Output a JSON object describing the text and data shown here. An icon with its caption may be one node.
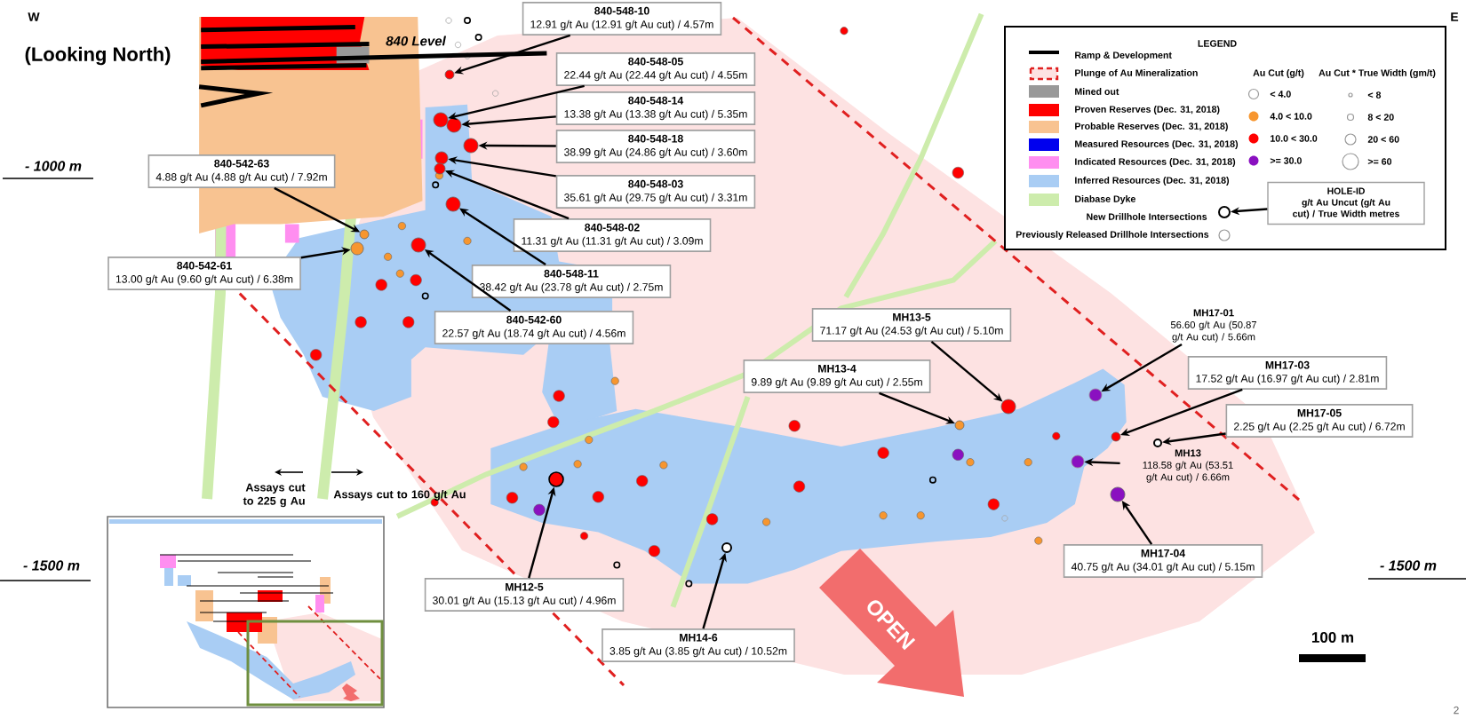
{
  "diagram": {
    "nodes": [
      {
        "text": [
          "840-548-10",
          "12.91 g/t Au (12.91 g/t Au cut) / 4.57m"
        ]
      },
      {
        "text": [
          "840-548-05",
          "22.44 g/t Au (22.44 g/t Au cut) / 4.55m"
        ]
      },
      {
        "text": [
          "840-548-14",
          "13.38 g/t Au (13.38 g/t Au cut) / 5.35m"
        ]
      },
      {
        "text": [
          "840-548-18",
          "38.99 g/t Au (24.86 g/t Au cut) / 3.60m"
        ]
      },
      {
        "text": [
          "840-542-63",
          "4.88 g/t Au (4.88 g/t Au cut) / 7.92m"
        ]
      },
      {
        "text": [
          "840-548-03",
          "35.61 g/t Au (29.75 g/t Au cut) / 3.31m"
        ]
      },
      {
        "text": [
          "840-548-02",
          "11.31 g/t Au (11.31 g/t Au cut) / 3.09m"
        ]
      },
      {
        "text": [
          "840-542-61",
          "13.00 g/t Au (9.60 g/t Au cut) / 6.38m"
        ]
      },
      {
        "text": [
          "840-548-11",
          "38.42 g/t Au (23.78 g/t Au cut) / 2.75m"
        ]
      },
      {
        "text": [
          "840-542-60",
          "22.57 g/t Au (18.74 g/t Au cut) / 4.56m"
        ]
      },
      {
        "text": [
          "MH13-5",
          "71.17 g/t Au (24.53 g/t Au cut) / 5.10m"
        ]
      },
      {
        "text": [
          "MH17-01",
          "56.60 g/t Au (50.87 g/t Au cut) / 5.66m"
        ]
      },
      {
        "text": [
          "MH13-4",
          "9.89 g/t Au (9.89 g/t Au cut) / 2.55m"
        ]
      },
      {
        "text": [
          "MH17-03",
          "17.52 g/t Au (16.97 g/t Au cut) / 2.81m"
        ]
      },
      {
        "text": [
          "MH17-05",
          "2.25 g/t Au (2.25 g/t Au cut) / 6.72m"
        ]
      },
      {
        "text": [
          "MH13",
          "118.58 g/t Au (53.51 g/t Au cut) / 6.66m"
        ]
      },
      {
        "text": [
          "MH17-04",
          "40.75 g/t Au (34.01 g/t Au cut) / 5.15m"
        ]
      },
      {
        "text": [
          "MH12-5",
          "30.01 g/t Au (15.13 g/t Au cut) / 4.96m"
        ]
      },
      {
        "text": [
          "MH14-6",
          "3.85 g/t Au (3.85 g/t Au cut) / 10.52m"
        ]
      },
      {
        "text": [
          "HOLE-ID",
          "g/t Au Uncut (g/t Au cut) / True Width metres"
        ]
      },
      {
        "text": [],
        "shape": "circle"
      },
      {
        "text": [],
        "shape": "circle"
      },
      {
        "text": [],
        "shape": "circle"
      },
      {
        "text": [],
        "shape": "circle"
      },
      {
        "text": [],
        "shape": "circle"
      },
      {
        "text": [],
        "shape": "circle"
      },
      {
        "text": [],
        "shape": "circle"
      },
      {
        "text": [],
        "shape": "circle"
      },
      {
        "text": [],
        "shape": "circle"
      },
      {
        "text": [],
        "shape": "circle"
      },
      {
        "text": [],
        "shape": "circle"
      },
      {
        "text": [],
        "shape": "circle"
      },
      {
        "text": [],
        "shape": "circle"
      },
      {
        "text": [],
        "shape": "circle"
      },
      {
        "text": [],
        "shape": "circle"
      },
      {
        "text": [],
        "shape": "circle"
      },
      {
        "text": [],
        "shape": "circle"
      },
      {
        "text": [],
        "shape": "circle"
      },
      {
        "text": [],
        "shape": "circle"
      },
      {
        "text": [],
        "shape": "circle"
      }
    ],
    "edges": [
      {
        "from": 0,
        "to": 20,
        "arrow": "to"
      },
      {
        "from": 1,
        "to": 21,
        "arrow": "to"
      },
      {
        "from": 2,
        "to": 22,
        "arrow": "to"
      },
      {
        "from": 3,
        "to": 23,
        "arrow": "to"
      },
      {
        "from": 4,
        "to": 28,
        "arrow": "to"
      },
      {
        "from": 5,
        "to": 24,
        "arrow": "to"
      },
      {
        "from": 6,
        "to": 25,
        "arrow": "to"
      },
      {
        "from": 7,
        "to": 30,
        "arrow": "to"
      },
      {
        "from": 8,
        "to": 26,
        "arrow": "to"
      },
      {
        "from": 9,
        "to": 29,
        "arrow": "to"
      },
      {
        "from": 10,
        "to": 32,
        "arrow": "to"
      },
      {
        "from": 11,
        "to": 31,
        "arrow": "to"
      },
      {
        "from": 12,
        "to": 33,
        "arrow": "to"
      },
      {
        "from": 13,
        "to": 34,
        "arrow": "to"
      },
      {
        "from": 14,
        "to": 35,
        "arrow": "to"
      },
      {
        "from": 15,
        "to": 36,
        "arrow": "to"
      },
      {
        "from": 16,
        "to": 38,
        "arrow": "to"
      },
      {
        "from": 17,
        "to": 37,
        "arrow": "to"
      },
      {
        "from": 18,
        "to": 39,
        "arrow": "to"
      },
      {
        "from": 19,
        "to": 27,
        "arrow": "to"
      }
    ],
    "labels": [
      "W",
      "(Looking North)",
      "840 Level",
      "E",
      "LEGEND",
      "Au Cut (g/t)",
      "Au Cut * True Width (gm/t)",
      "- 1000 m",
      "Assays cut to 225 g Au",
      "Assays cut to 160 g/t Au",
      "- 1500 m",
      "- 1500 m",
      "OPEN",
      "100 m",
      "2"
    ],
    "legend": [
      {
        "text": "Ramp & Development"
      },
      {
        "text": "Plunge of Au Mineralization"
      },
      {
        "text": "Mined out",
        "color": "#999999"
      },
      {
        "text": "Proven Reserves (Dec. 31, 2018)",
        "color": "#ff0000"
      },
      {
        "text": "Probable Reserves (Dec. 31, 2018)",
        "color": "#f8c391"
      },
      {
        "text": "Measured Resources (Dec. 31, 2018)",
        "color": "#0000ee"
      },
      {
        "text": "Indicated Resources (Dec. 31, 2018)",
        "color": "#ff8ef0"
      },
      {
        "text": "Inferred Resources (Dec. 31, 2018)",
        "color": "#a9cdf4"
      },
      {
        "text": "Diabase Dyke",
        "color": "#cdecac"
      },
      {
        "text": "< 4.0"
      },
      {
        "text": "4.0 < 10.0",
        "color": "#f7962f"
      },
      {
        "text": "10.0 < 30.0",
        "color": "#ff0000"
      },
      {
        "text": ">= 30.0",
        "color": "#8a10c0"
      },
      {
        "text": "< 8"
      },
      {
        "text": "8 < 20"
      },
      {
        "text": "20 < 60"
      },
      {
        "text": ">= 60"
      },
      {
        "text": "New Drillhole Intersections"
      },
      {
        "text": "Previously Released Drillhole Intersections"
      }
    ]
  }
}
